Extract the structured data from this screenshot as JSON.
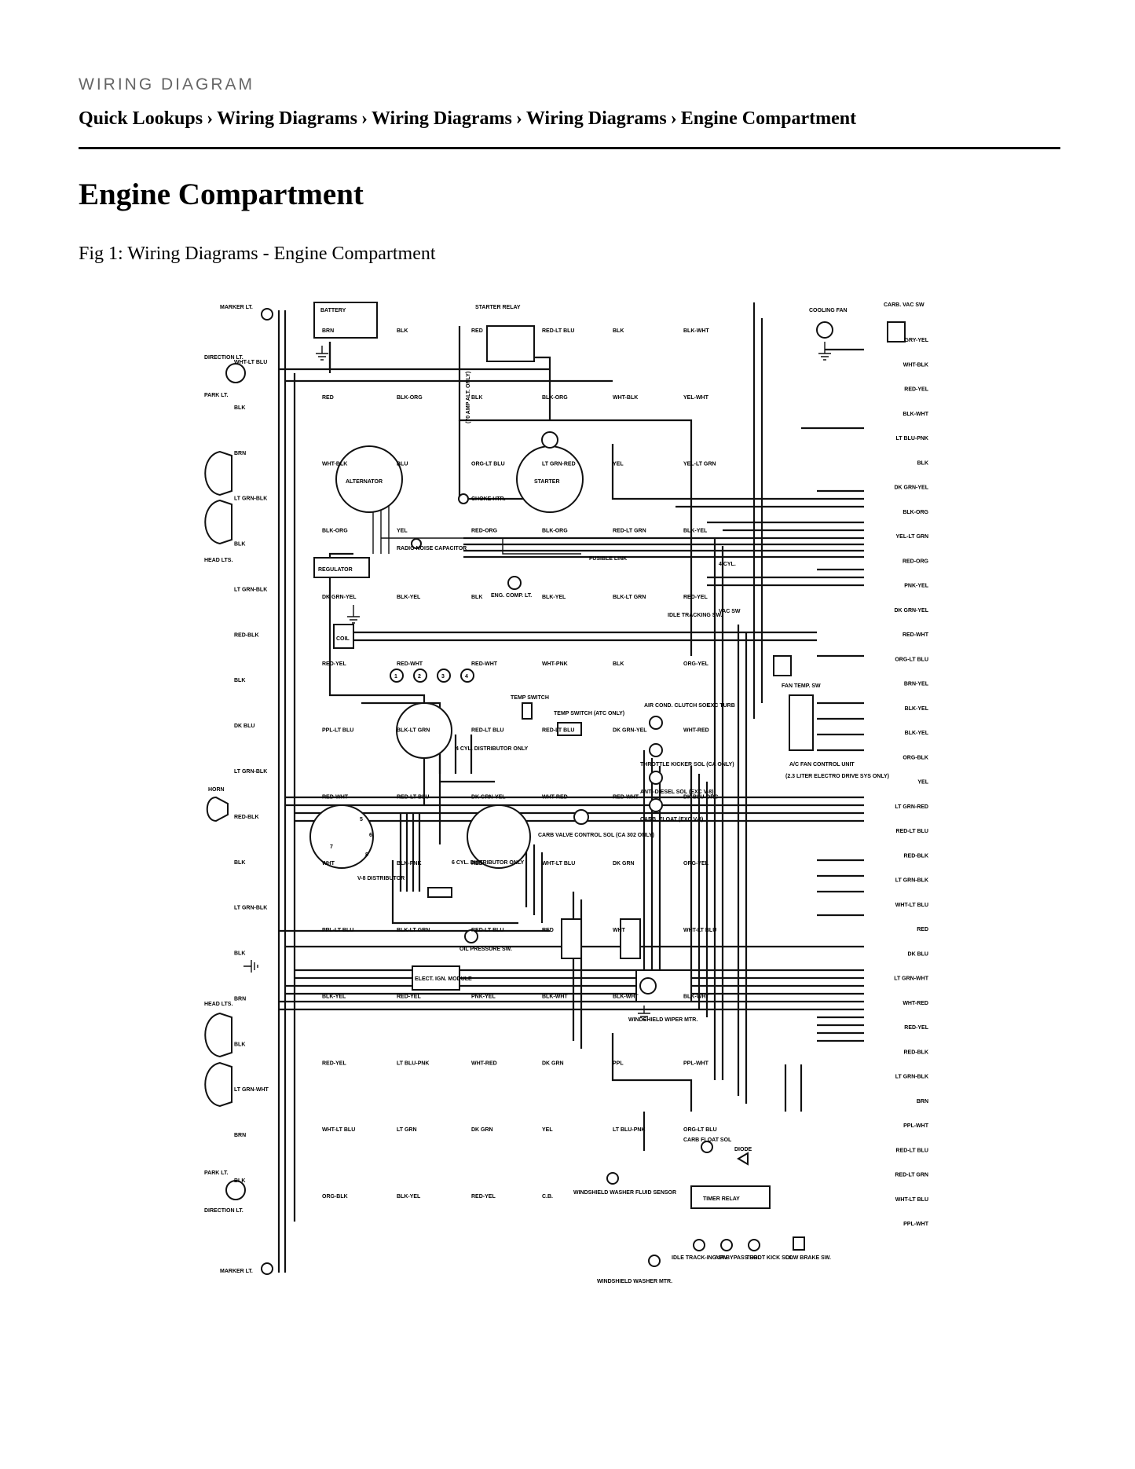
{
  "header": {
    "eyebrow": "WIRING DIAGRAM",
    "breadcrumb": [
      "Quick Lookups",
      "Wiring Diagrams",
      "Wiring Diagrams",
      "Wiring Diagrams",
      "Engine Compartment"
    ],
    "separator": "›"
  },
  "page_title": "Engine Compartment",
  "figure_caption": "Fig 1: Wiring Diagrams - Engine Compartment",
  "diagram": {
    "components": {
      "marker_lt_top": "MARKER LT.",
      "battery": "BATTERY",
      "starter_relay": "STARTER RELAY",
      "cooling_fan": "COOLING FAN",
      "carb_vac_sw": "CARB. VAC SW",
      "direction_lt_top": "DIRECTION LT.",
      "park_lt_top": "PARK LT.",
      "alternator": "ALTERNATOR",
      "starter": "STARTER",
      "amp_note": "(70 AMP ALT. ONLY)",
      "choke_htr": "CHOKE HTR.",
      "radio_noise_cap": "RADIO NOISE CAPACITOR",
      "regulator": "REGULATOR",
      "head_lts_top": "HEAD LTS.",
      "eng_comp_lt": "ENG. COMP. LT.",
      "fusible_link": "FUSIBLE LINK",
      "idle_tracking_sw": "IDLE TRACKING SW.",
      "vac_sw": "VAC SW",
      "four_cyl": "4 CYL.",
      "coil": "COIL",
      "fan_temp_sw": "FAN TEMP. SW",
      "temp_switch": "TEMP SWITCH",
      "temp_switch_atc": "TEMP SWITCH (ATC ONLY)",
      "air_cond_clutch_sol": "AIR COND. CLUTCH SOL",
      "exc_turb": "EXC TURB",
      "ac_fan_control_unit": "A/C FAN CONTROL UNIT",
      "four_cyl_distributor": "4 CYL. DISTRIBUTOR ONLY",
      "throttle_kicker_sol": "THROTTLE KICKER SOL (CA ONLY)",
      "electro_drive": "(2.3 LITER ELECTRO DRIVE SYS ONLY)",
      "anti_diesel_sol": "ANTI-DIESEL SOL (EXC V-8)",
      "carb_float": "CARB. FLOAT (EXC V-8)",
      "horn": "HORN",
      "carb_valve_control_sol": "CARB VALVE CONTROL SOL (CA 302 ONLY)",
      "v8_distributor": "V-8 DISTRIBUTOR",
      "six_cyl_distributor": "6 CYL. DISTRIBUTOR ONLY",
      "oil_pressure_sw": "OIL PRESSURE SW.",
      "elect_ign_module": "ELECT. IGN. MODULE",
      "head_lts_bottom": "HEAD LTS.",
      "windshield_wiper_mtr": "WINDSHIELD WIPER MTR.",
      "carb_float_sol": "CARB FLOAT SOL",
      "diode": "DIODE",
      "timer_relay": "TIMER RELAY",
      "park_lt_bottom": "PARK LT.",
      "direction_lt_bottom": "DIRECTION LT.",
      "windshield_washer_fluid_sensor": "WINDSHIELD WASHER FLUID SENSOR",
      "idle_tracking_sw_bottom": "IDLE TRACK-ING SW",
      "air_bypass_sol": "AIR BYPASS SOL",
      "throt_kick_sol": "THROT KICK SOL",
      "low_brake_sw": "LOW BRAKE SW.",
      "marker_lt_bottom": "MARKER LT.",
      "windshield_washer_mtr": "WINDSHIELD WASHER MTR."
    },
    "distributor_numbers": [
      "1",
      "2",
      "3",
      "4",
      "5",
      "6",
      "7",
      "8"
    ],
    "right_edge_wires": [
      "GRY-YEL",
      "WHT-BLK",
      "RED-YEL",
      "BLK-WHT",
      "LT BLU-PNK",
      "BLK",
      "DK GRN-YEL",
      "BLK-ORG",
      "YEL-LT GRN",
      "RED-ORG",
      "PNK-YEL",
      "DK GRN-YEL",
      "RED-WHT",
      "ORG-LT BLU",
      "BRN-YEL",
      "BLK-YEL",
      "BLK-YEL",
      "ORG-BLK",
      "YEL",
      "LT GRN-RED",
      "RED-LT BLU",
      "RED-BLK",
      "LT GRN-BLK",
      "WHT-LT BLU",
      "RED",
      "DK BLU",
      "LT GRN-WHT",
      "WHT-RED",
      "RED-YEL",
      "RED-BLK",
      "LT GRN-BLK",
      "BRN",
      "PPL-WHT",
      "RED-LT BLU",
      "RED-LT GRN",
      "WHT-LT BLU",
      "PPL-WHT"
    ],
    "left_wires": [
      "WHT-LT BLU",
      "BLK",
      "BRN",
      "LT GRN-BLK",
      "BLK",
      "LT GRN-BLK",
      "RED-BLK",
      "BLK",
      "DK BLU",
      "LT GRN-BLK",
      "RED-BLK",
      "BLK",
      "LT GRN-BLK",
      "BLK",
      "BRN",
      "BLK",
      "LT GRN-WHT",
      "BRN",
      "BLK"
    ],
    "center_wires": [
      "BRN",
      "BLK",
      "RED",
      "RED-LT BLU",
      "BLK",
      "BLK-WHT",
      "RED",
      "BLK-ORG",
      "BLK",
      "BLK-ORG",
      "WHT-BLK",
      "YEL-WHT",
      "WHT-BLK",
      "BLU",
      "ORG-LT BLU",
      "LT GRN-RED",
      "YEL",
      "YEL-LT GRN",
      "BLK-ORG",
      "YEL",
      "RED-ORG",
      "BLK-ORG",
      "RED-LT GRN",
      "BLK-YEL",
      "DK GRN-YEL",
      "BLK-YEL",
      "BLK",
      "BLK-YEL",
      "BLK-LT GRN",
      "RED-YEL",
      "RED-YEL",
      "RED-WHT",
      "RED-WHT",
      "WHT-PNK",
      "BLK",
      "ORG-YEL",
      "PPL-LT BLU",
      "BLK-LT GRN",
      "RED-LT BLU",
      "RED-LT BLU",
      "DK GRN-YEL",
      "WHT-RED",
      "RED-WHT",
      "RED-LT BLU",
      "DK GRN-YEL",
      "WHT-RED",
      "RED-WHT",
      "DK BLU-ORG",
      "WHT",
      "BLK-PNK",
      "RED",
      "WHT-LT BLU",
      "DK GRN",
      "ORG-YEL",
      "PPL-LT BLU",
      "BLK-LT GRN",
      "RED-LT BLU",
      "RED",
      "WHT",
      "WHT-LT BLU",
      "BLK-YEL",
      "RED-YEL",
      "PNK-YEL",
      "BLK-WHT",
      "BLK-WHT",
      "BLK-WHT",
      "RED-YEL",
      "LT BLU-PNK",
      "WHT-RED",
      "DK GRN",
      "PPL",
      "PPL-WHT",
      "WHT-LT BLU",
      "LT GRN",
      "DK GRN",
      "YEL",
      "LT BLU-PNK",
      "ORG-LT BLU",
      "ORG-BLK",
      "BLK-YEL",
      "RED-YEL",
      "C.B."
    ]
  }
}
